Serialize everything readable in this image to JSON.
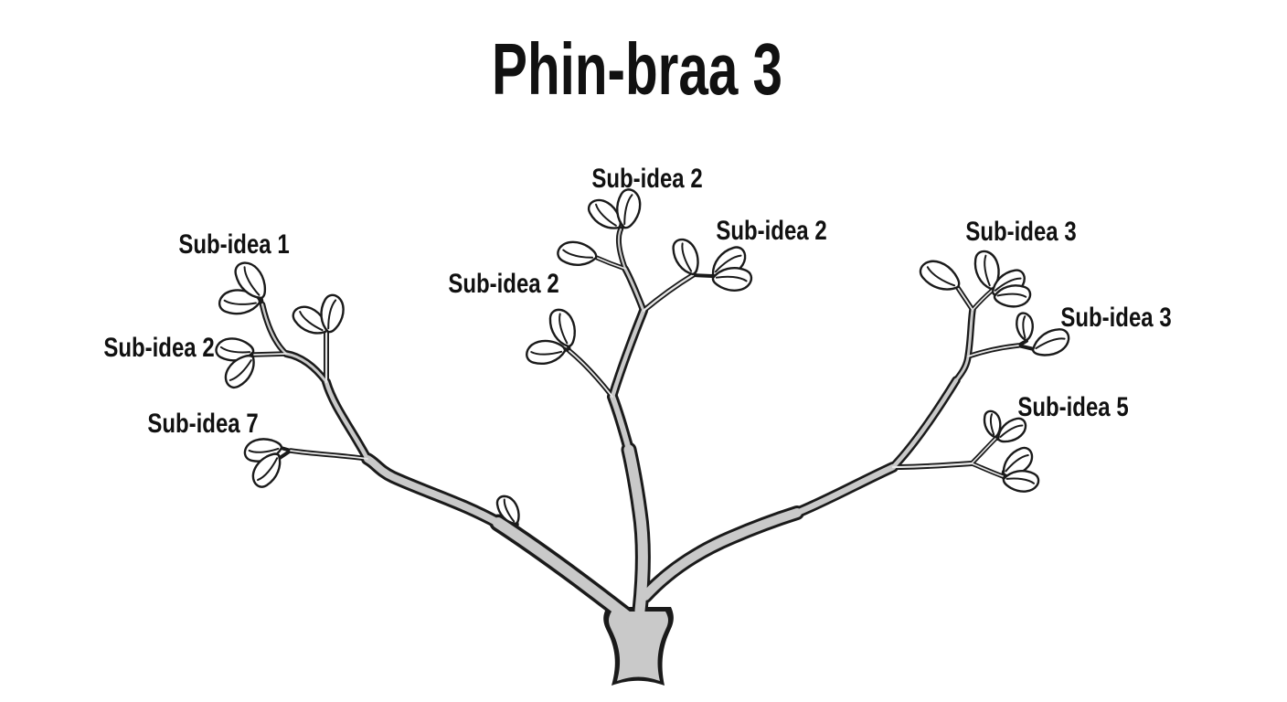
{
  "title": "Phin-braa 3",
  "node_labels": {
    "left_branch": [
      {
        "id": "left-top",
        "text": "Sub-idea 1"
      },
      {
        "id": "left-mid",
        "text": "Sub-idea 2"
      },
      {
        "id": "left-low",
        "text": "Sub-idea 7"
      }
    ],
    "middle_branch": [
      {
        "id": "mid-top",
        "text": "Sub-idea 2"
      },
      {
        "id": "mid-right",
        "text": "Sub-idea 2"
      },
      {
        "id": "mid-left",
        "text": "Sub-idea 2"
      }
    ],
    "right_branch": [
      {
        "id": "right-top",
        "text": "Sub-idea 3"
      },
      {
        "id": "right-mid",
        "text": "Sub-idea 3"
      },
      {
        "id": "right-low",
        "text": "Sub-idea 5"
      }
    ]
  },
  "colors": {
    "background": "#ffffff",
    "branch_fill": "#c9c9c9",
    "outline": "#1a1a1a",
    "leaf_fill": "#ffffff",
    "text": "#111111"
  }
}
